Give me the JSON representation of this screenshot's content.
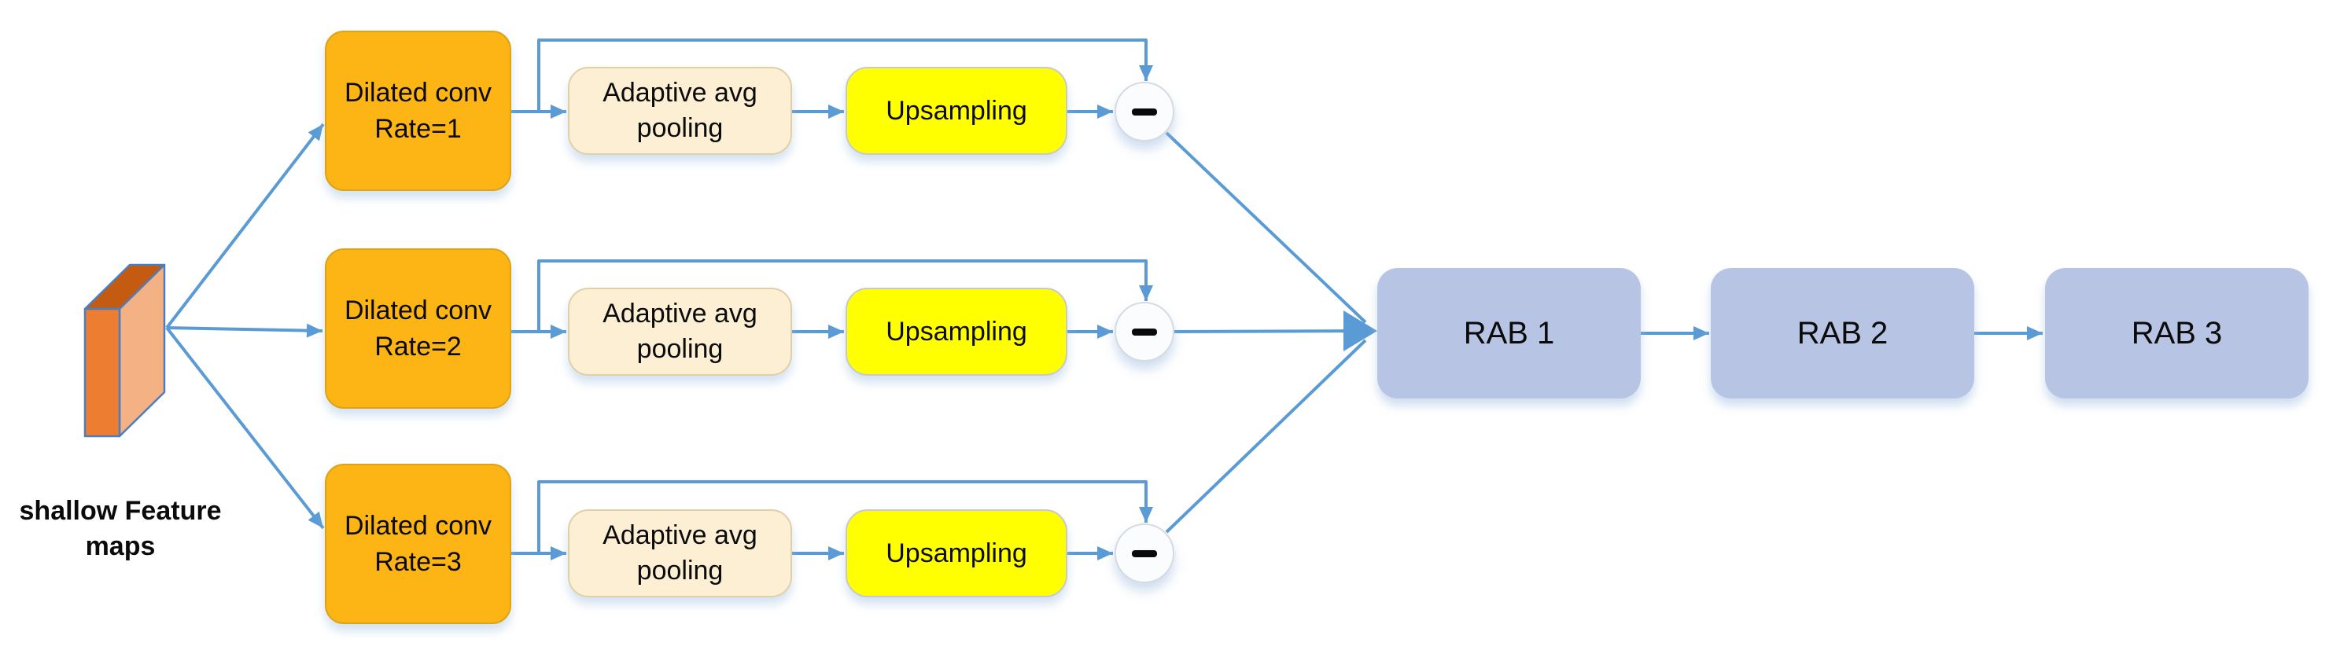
{
  "feature_label": {
    "line1": "shallow Feature",
    "line2": "maps"
  },
  "branches": [
    {
      "dilated_line1": "Dilated conv",
      "dilated_line2": "Rate=1",
      "pool_line1": "Adaptive avg",
      "pool_line2": "pooling",
      "upsample_label": "Upsampling",
      "node_icon": "minus-icon"
    },
    {
      "dilated_line1": "Dilated conv",
      "dilated_line2": "Rate=2",
      "pool_line1": "Adaptive avg",
      "pool_line2": "pooling",
      "upsample_label": "Upsampling",
      "node_icon": "minus-icon"
    },
    {
      "dilated_line1": "Dilated conv",
      "dilated_line2": "Rate=3",
      "pool_line1": "Adaptive avg",
      "pool_line2": "pooling",
      "upsample_label": "Upsampling",
      "node_icon": "minus-icon"
    }
  ],
  "rab_blocks": [
    {
      "label": "RAB 1"
    },
    {
      "label": "RAB 2"
    },
    {
      "label": "RAB 3"
    }
  ],
  "colors": {
    "arrow_blue": "#5B9BD5",
    "dilated_fill": "#FCB514",
    "pooling_fill": "#FCEFD4",
    "upsampling_fill": "#FFFF00",
    "rab_fill": "#B7C4E4",
    "slab_front": "#ED7D31",
    "slab_top": "#C55A11",
    "slab_side": "#F4B183",
    "slab_edge": "#4D7EBB",
    "subtract_node_fill": "#FBFCFE",
    "text": "#000000"
  }
}
